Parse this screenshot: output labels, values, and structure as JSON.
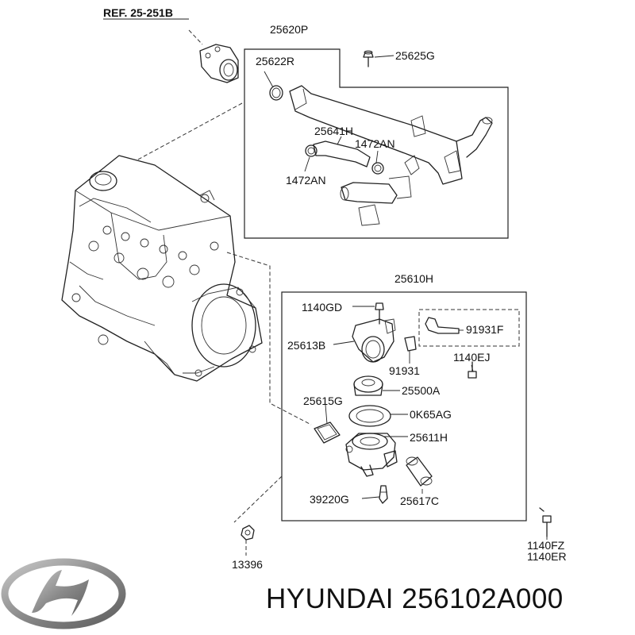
{
  "labels": {
    "ref": "REF. 25-251B",
    "p25620P": "25620P",
    "p25622R": "25622R",
    "p25625G": "25625G",
    "p25641H": "25641H",
    "p1472AN_a": "1472AN",
    "p1472AN_b": "1472AN",
    "p25610H": "25610H",
    "p1140GD": "1140GD",
    "p91931F": "91931F",
    "p25613B": "25613B",
    "p91931": "91931",
    "p1140EJ": "1140EJ",
    "p25500A": "25500A",
    "p25615G": "25615G",
    "p0K65AG": "0K65AG",
    "p25611H": "25611H",
    "p39220G": "39220G",
    "p25617C": "25617C",
    "p1140FZ": "1140FZ",
    "p1140ER": "1140ER",
    "p13396": "13396"
  },
  "brand": {
    "logo": "hyundai-logo",
    "caption": "HYUNDAI 256102A000"
  },
  "colors": {
    "line": "#222222",
    "logo": "#8a8a8a"
  }
}
